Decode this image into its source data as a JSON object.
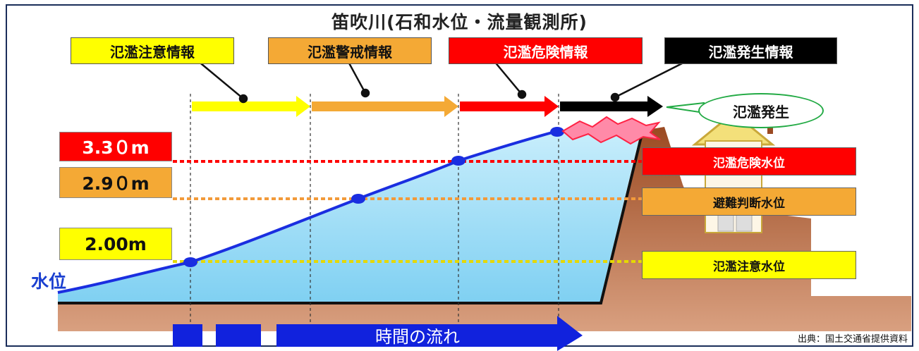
{
  "title": "笛吹川(石和水位・流量観測所)",
  "info_labels": {
    "caution": "氾濫注意情報",
    "warning": "氾濫警戒情報",
    "danger": "氾濫危険情報",
    "occurred": "氾濫発生情報"
  },
  "callout": "氾濫発生",
  "levels": {
    "danger": "3.3０m",
    "evacuation": "2.9０m",
    "caution": "2.00m"
  },
  "signs": {
    "danger": "氾濫危険水位",
    "evacuation": "避難判断水位",
    "caution": "氾濫注意水位"
  },
  "water_label": "水位",
  "time_label": "時間の流れ",
  "source": "出典：国土交通省提供資料",
  "colors": {
    "caution": "#ffff00",
    "warning": "#f4a935",
    "danger": "#ff0000",
    "occurred": "#000000",
    "water_line": "#1a2ee0",
    "ground": "#8b3a1a"
  }
}
